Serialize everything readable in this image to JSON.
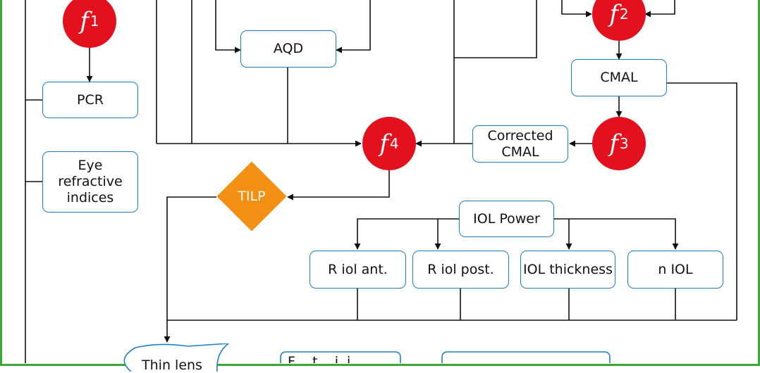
{
  "nodes": {
    "aqd": "AQD",
    "pcr": "PCR",
    "eye_refractive_indices": "Eye\nrefractive\nindices",
    "cmal": "CMAL",
    "corrected_cmal": "Corrected\nCMAL",
    "tilp": "TILP",
    "iol_power": "IOL Power",
    "r_iol_ant": "R iol ant.",
    "r_iol_post": "R iol post.",
    "iol_thickness": "IOL thickness",
    "n_iol": "n IOL",
    "thin_lens": "Thin lens",
    "partial_bottom": "F    t    i  i"
  },
  "functions": {
    "f1": {
      "symbol": "f",
      "index": "1"
    },
    "f2": {
      "symbol": "f",
      "index": "2"
    },
    "f3": {
      "symbol": "f",
      "index": "3"
    },
    "f4": {
      "symbol": "f",
      "index": "4"
    }
  },
  "colors": {
    "frame": "#3aaa35",
    "box_border": "#1f7fc4",
    "function_node": "#e3101e",
    "decision": "#f39014",
    "line": "#111111"
  }
}
